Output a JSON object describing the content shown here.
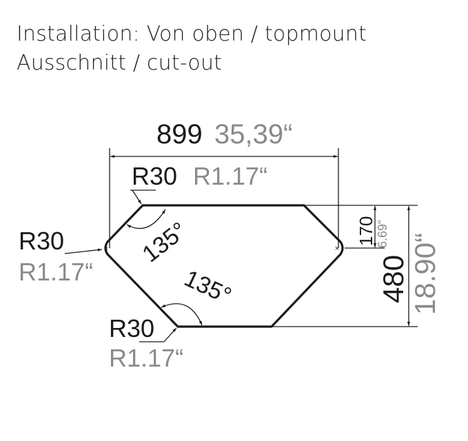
{
  "header": {
    "line1": "Installation: Von oben / topmount",
    "line2": "Ausschnitt / cut-out"
  },
  "dimensions": {
    "width_mm": "899",
    "width_in": "35,39“",
    "height_mm": "480",
    "height_in": "18.90“",
    "offset_mm": "170",
    "offset_in": "6.69“",
    "radius_top_mm": "R30",
    "radius_top_in": "R1.17“",
    "radius_left_mm": "R30",
    "radius_left_in": "R1.17“",
    "radius_bottom_mm": "R30",
    "radius_bottom_in": "R1.17“",
    "angle_top": "135°",
    "angle_bottom": "135°"
  },
  "colors": {
    "primary_text": "#1a1a1a",
    "secondary_text": "#8a8a8a"
  }
}
